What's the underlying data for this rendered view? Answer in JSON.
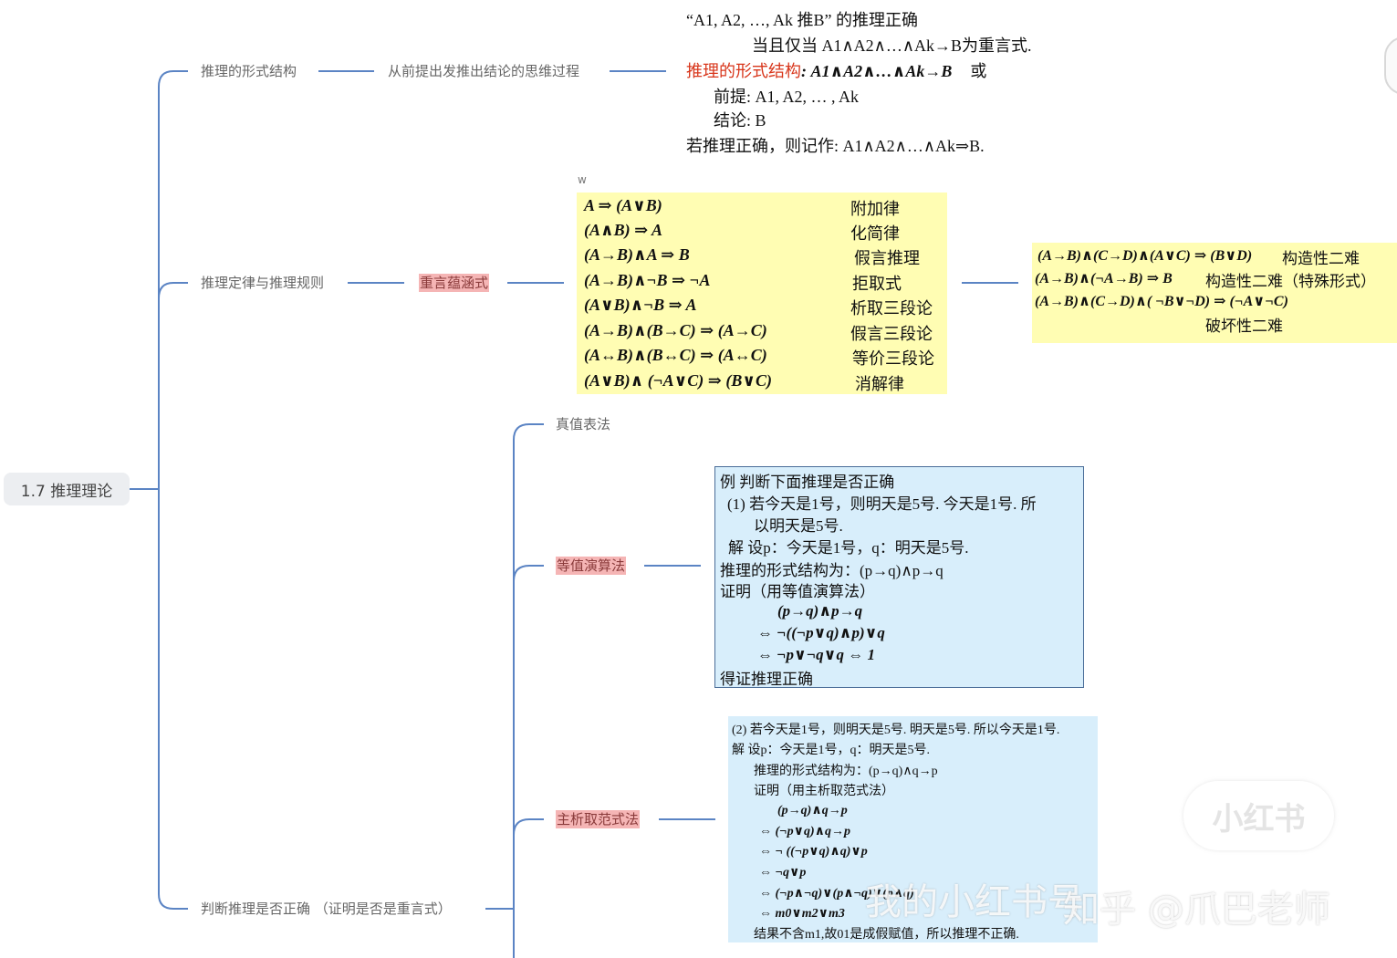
{
  "root": {
    "label": "1.7 推理理论"
  },
  "branches": {
    "b1": {
      "label": "推理的形式结构",
      "child": "从前提出发推出结论的思维过程"
    },
    "b2": {
      "label": "推理定律与推理规则",
      "child": "重言蕴涵式"
    },
    "b3": {
      "label": "判断推理是否正确 （证明是否是重言式）",
      "children": [
        "真值表法",
        "等值演算法",
        "主析取范式法"
      ]
    }
  },
  "note1": {
    "lines": [
      "“A1, A2, …, Ak 推B” 的推理正确",
      "当且仅当 A1∧A2∧…∧Ak→B为重言式.",
      "推理的形式结构: A1∧A2∧…∧Ak→B 或",
      "前提: A1, A2, … , Ak",
      "结论: B",
      "若推理正确，则记作: A1∧A2∧…∧Ak⇒B."
    ],
    "red_part": "推理的形式结构",
    "formula3": ": A1∧A2∧…∧Ak→B",
    "or_word": "或"
  },
  "small_label": "w",
  "laws": [
    {
      "f": "A ⇒ (A∨B)",
      "name": "附加律"
    },
    {
      "f": "(A∧B) ⇒ A",
      "name": "化简律"
    },
    {
      "f": "(A→B)∧A ⇒ B",
      "name": "假言推理"
    },
    {
      "f": "(A→B)∧¬B ⇒ ¬A",
      "name": "拒取式"
    },
    {
      "f": "(A∨B)∧¬B ⇒ A",
      "name": "析取三段论"
    },
    {
      "f": "(A→B)∧(B→C) ⇒ (A→C)",
      "name": "假言三段论"
    },
    {
      "f": "(A↔B)∧(B↔C) ⇒ (A↔C)",
      "name": "等价三段论"
    },
    {
      "f": "(A∨B)∧ (¬A∨C) ⇒ (B∨C)",
      "name": "消解律"
    }
  ],
  "dilemma": [
    {
      "f": "(A→B)∧(C→D)∧(A∨C) ⇒ (B∨D)",
      "name": "构造性二难"
    },
    {
      "f": "(A→B)∧(¬A→B) ⇒ B",
      "name": "构造性二难（特殊形式）"
    },
    {
      "f": "(A→B)∧(C→D)∧( ¬B∨¬D) ⇒ (¬A∨¬C)",
      "name": ""
    },
    {
      "f": "",
      "name": "破坏性二难"
    }
  ],
  "example1": {
    "lines": [
      "例  判断下面推理是否正确",
      "(1) 若今天是1号，则明天是5号. 今天是1号. 所",
      "以明天是5号.",
      "解  设p：今天是1号，q：明天是5号.",
      "推理的形式结构为：(p→q)∧p→q",
      "证明（用等值演算法）",
      "(p→q)∧p→q",
      "⇔ ¬((¬p∨q)∧p)∨q",
      "⇔ ¬p∨¬q∨q ⇔ 1",
      "得证推理正确"
    ]
  },
  "example2": {
    "lines": [
      "(2) 若今天是1号，则明天是5号. 明天是5号. 所以今天是1号.",
      "解  设p：今天是1号，q：明天是5号.",
      "推理的形式结构为：(p→q)∧q→p",
      "证明（用主析取范式法）",
      "(p→q)∧q→p",
      "⇔ (¬p∨q)∧q→p",
      "⇔ ¬ ((¬p∨q)∧q)∨p",
      "⇔ ¬q∨p",
      "⇔ (¬p∧¬q)∨(p∧¬q)∨(p∧q)",
      "⇔ m0∨m2∨m3",
      "结果不含m1,故01是成假赋值，所以推理不正确."
    ]
  },
  "watermark": {
    "text1": "我的小红书号",
    "text2": "知乎 @爪巴老师",
    "logo": "小红书"
  },
  "colors": {
    "link": "#5b84c4",
    "highlight": "#f5b5b5",
    "yellow_box": "#fffdb3",
    "blue_box": "#d8eefb",
    "red_text": "#d8361b"
  }
}
